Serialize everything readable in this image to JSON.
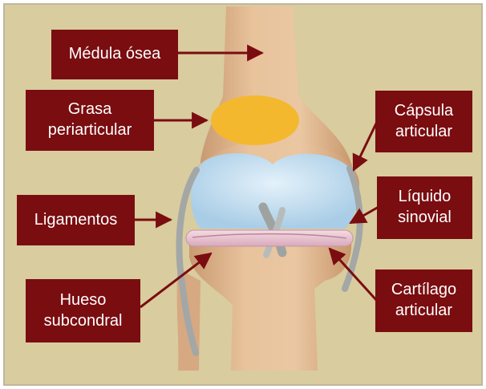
{
  "labels": {
    "medula": "Médula ósea",
    "grasa": "Grasa\nperiarticular",
    "capsula": "Cápsula\narticular",
    "liquido": "Líquido\nsinovial",
    "ligamentos": "Ligamentos",
    "hueso": "Hueso\nsubcondral",
    "cartilago": "Cartílago\narticular"
  },
  "colors": {
    "background": "#d9cc9e",
    "label_box": "#7a0d10",
    "label_text": "#ffffff",
    "bone": "#e2b88e",
    "fat": "#f4b82f",
    "synovial_fluid": "#c4deef",
    "cartilage": "#ecc6d2",
    "ligament": "#a3a7a6"
  }
}
